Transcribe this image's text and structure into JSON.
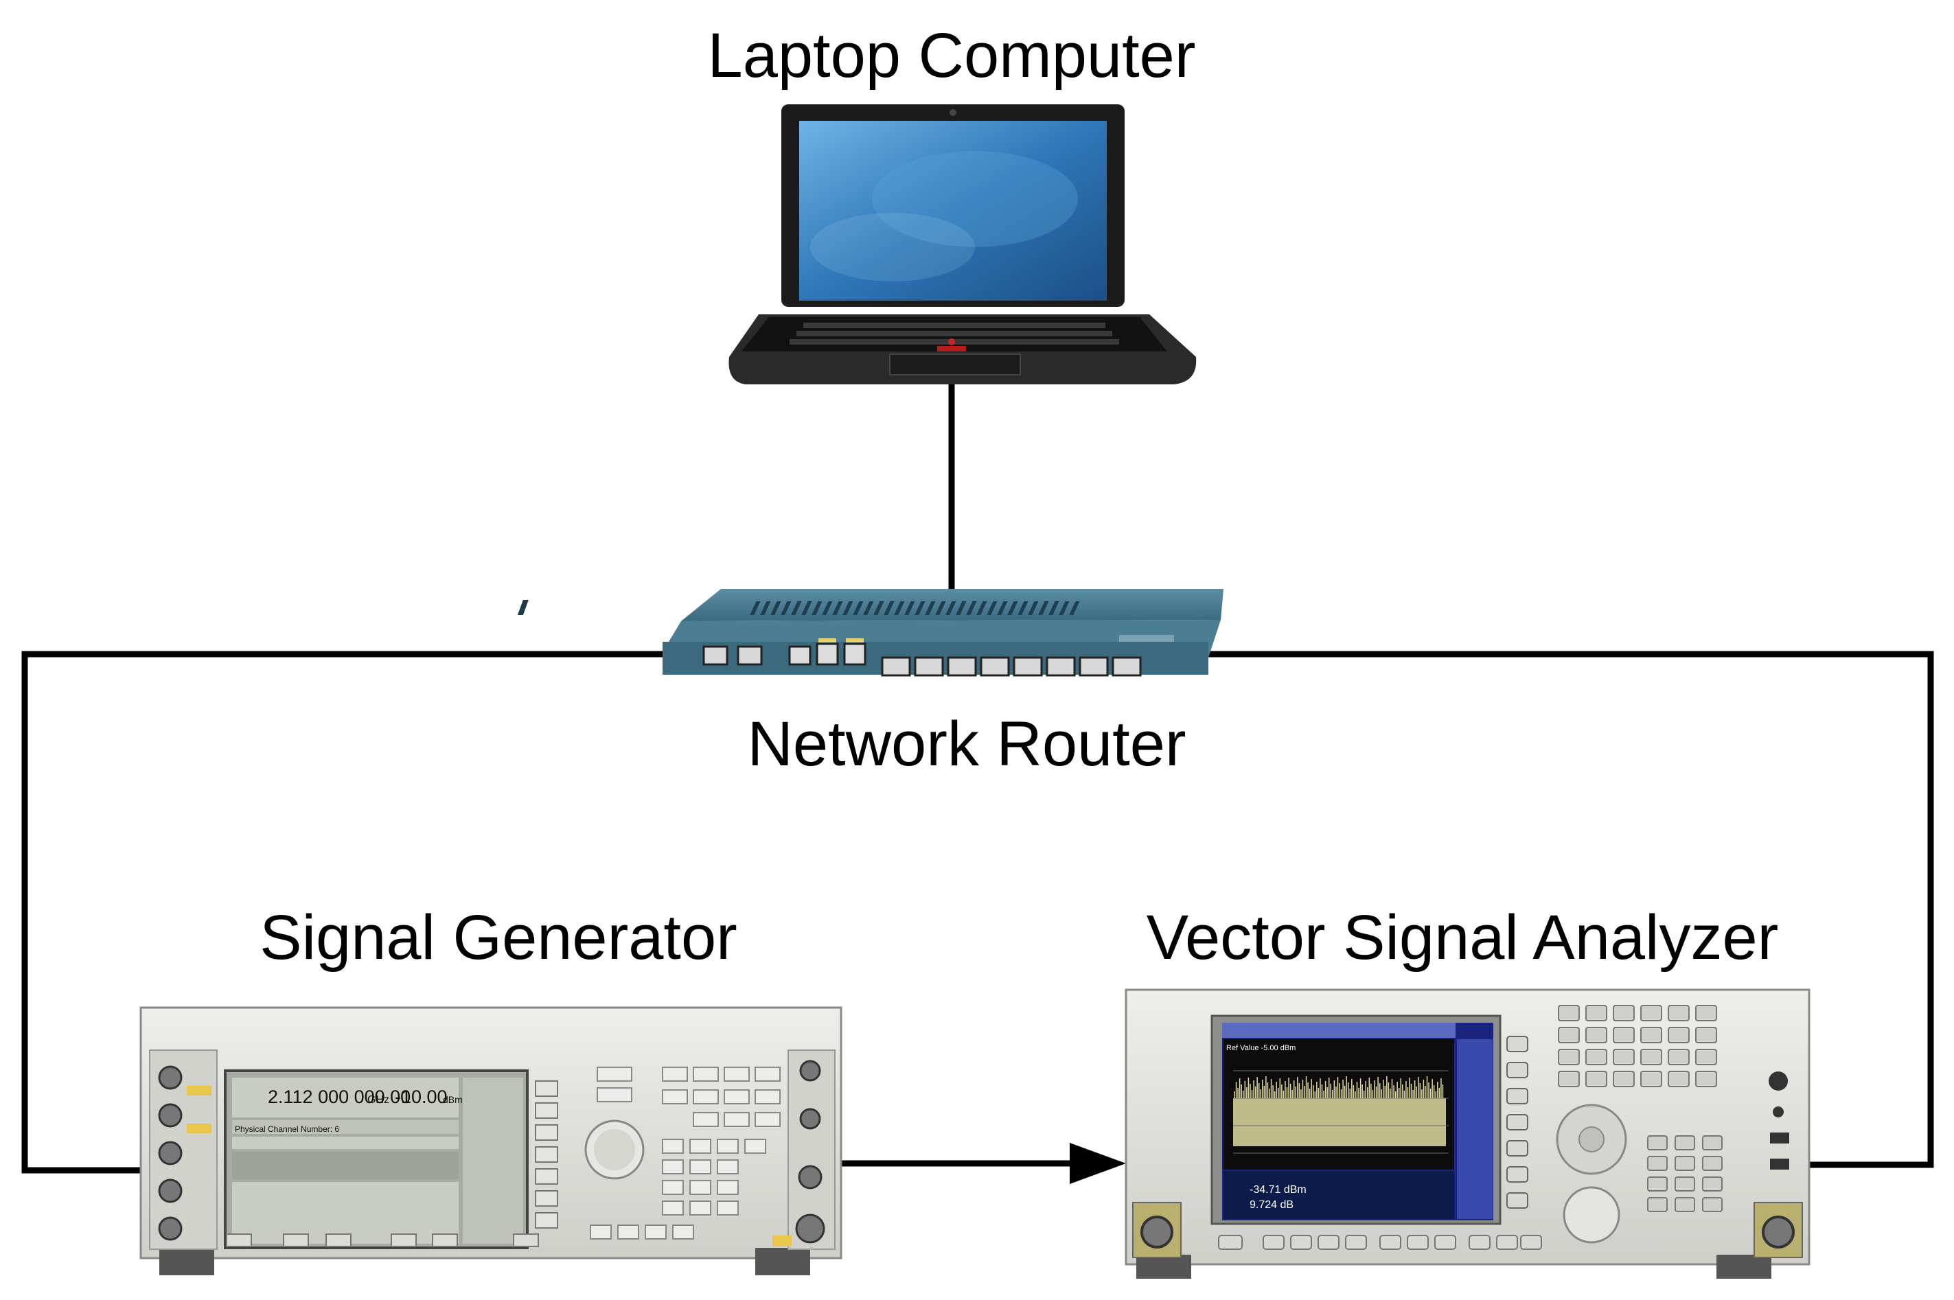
{
  "labels": {
    "laptop": "Laptop Computer",
    "router": "Network Router",
    "signal_generator": "Signal Generator",
    "vector_signal_analyzer": "Vector Signal Analyzer"
  },
  "signal_generator_screen": {
    "frequency": "2.112 000 000 00",
    "frequency_unit": "GHz",
    "amplitude": "-10.00",
    "amplitude_unit": "dBm",
    "physical_channel": "Physical Channel Number: 6"
  },
  "vsa_screen": {
    "ref_value": "Ref Value -5.00 dBm",
    "result_power": "-34.71 dBm",
    "result_ratio": "9.724 dB"
  },
  "colors": {
    "line": "#000000",
    "laptop_screen": "#3a86c4",
    "router_body": "#3e6b80",
    "instrument_body": "#dcdcd6",
    "vsa_trace": "#e0dca0"
  }
}
